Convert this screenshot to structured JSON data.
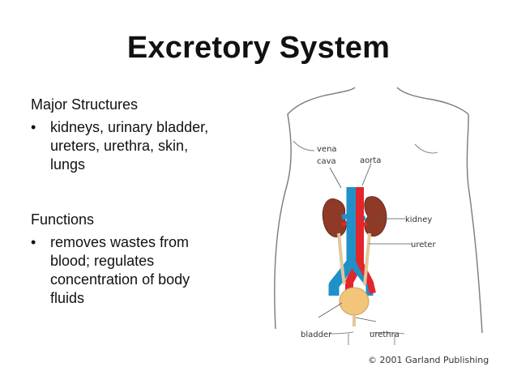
{
  "slide": {
    "title": "Excretory System"
  },
  "structures": {
    "heading": "Major Structures",
    "bullet": "•",
    "lines": [
      "kidneys, urinary bladder,",
      "ureters, urethra, skin,",
      "lungs"
    ]
  },
  "functions": {
    "heading": "Functions",
    "bullet": "•",
    "lines": [
      "removes wastes from",
      "blood; regulates",
      "concentration of body",
      "fluids"
    ]
  },
  "diagram": {
    "labels": {
      "vena_line1": "vena",
      "vena_line2": "cava",
      "aorta": "aorta",
      "kidney": "kidney",
      "ureter": "ureter",
      "bladder": "bladder",
      "urethra": "urethra"
    },
    "colors": {
      "vein": "#1f91c8",
      "artery": "#e1262c",
      "kidney": "#8f3a26",
      "ureter": "#e2c79b",
      "bladder": "#f2c57b",
      "outline": "#7a7a7a"
    }
  },
  "footer": {
    "copyright": "© 2001 Garland Publishing"
  }
}
